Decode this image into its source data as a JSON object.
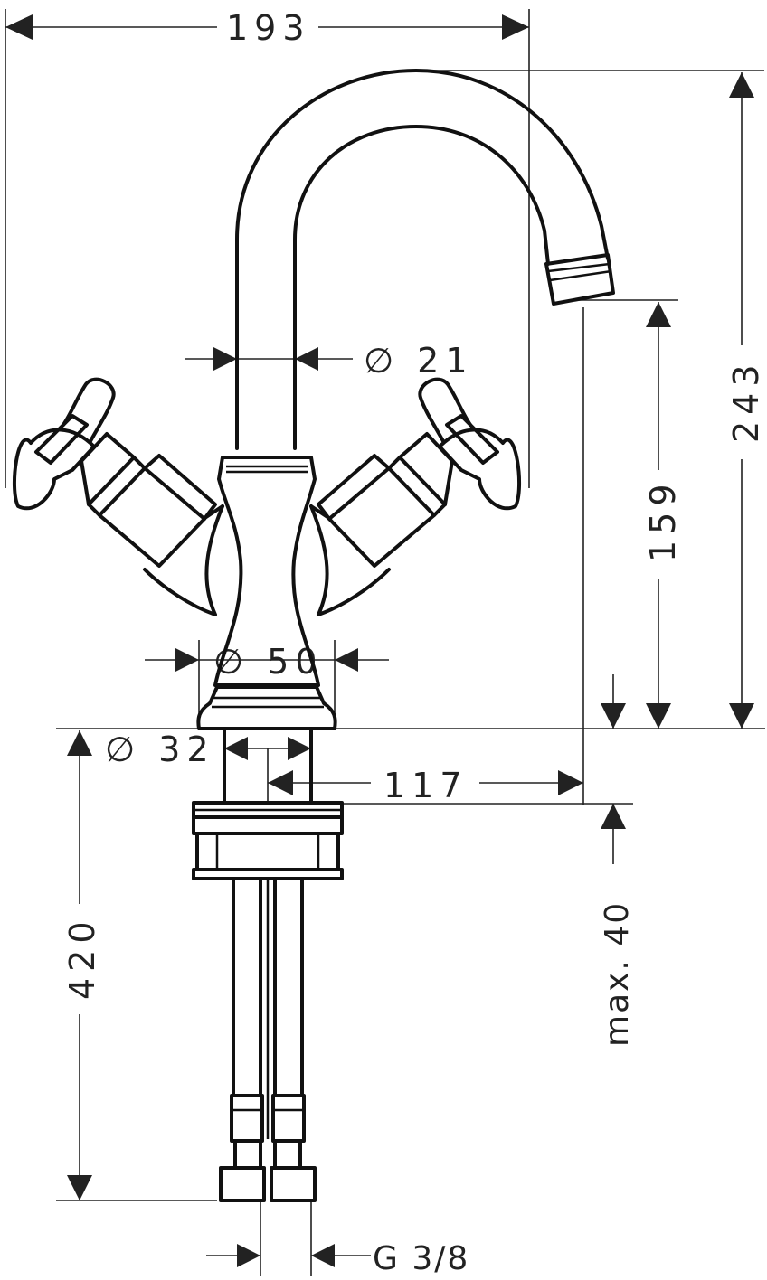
{
  "drawing": {
    "subject": "faucet-dimension-drawing",
    "dimensions": {
      "overall_width": "193",
      "spout_diameter": "∅ 21",
      "height_total": "243",
      "spout_height": "159",
      "body_diameter": "∅ 50",
      "shank_diameter": "∅ 32",
      "spout_reach": "117",
      "max_deck_thickness": "max. 40",
      "hose_length": "420",
      "connection_thread": "G 3/8"
    },
    "colors": {
      "line": "#111111",
      "dimension": "#222222",
      "background": "#ffffff"
    }
  }
}
